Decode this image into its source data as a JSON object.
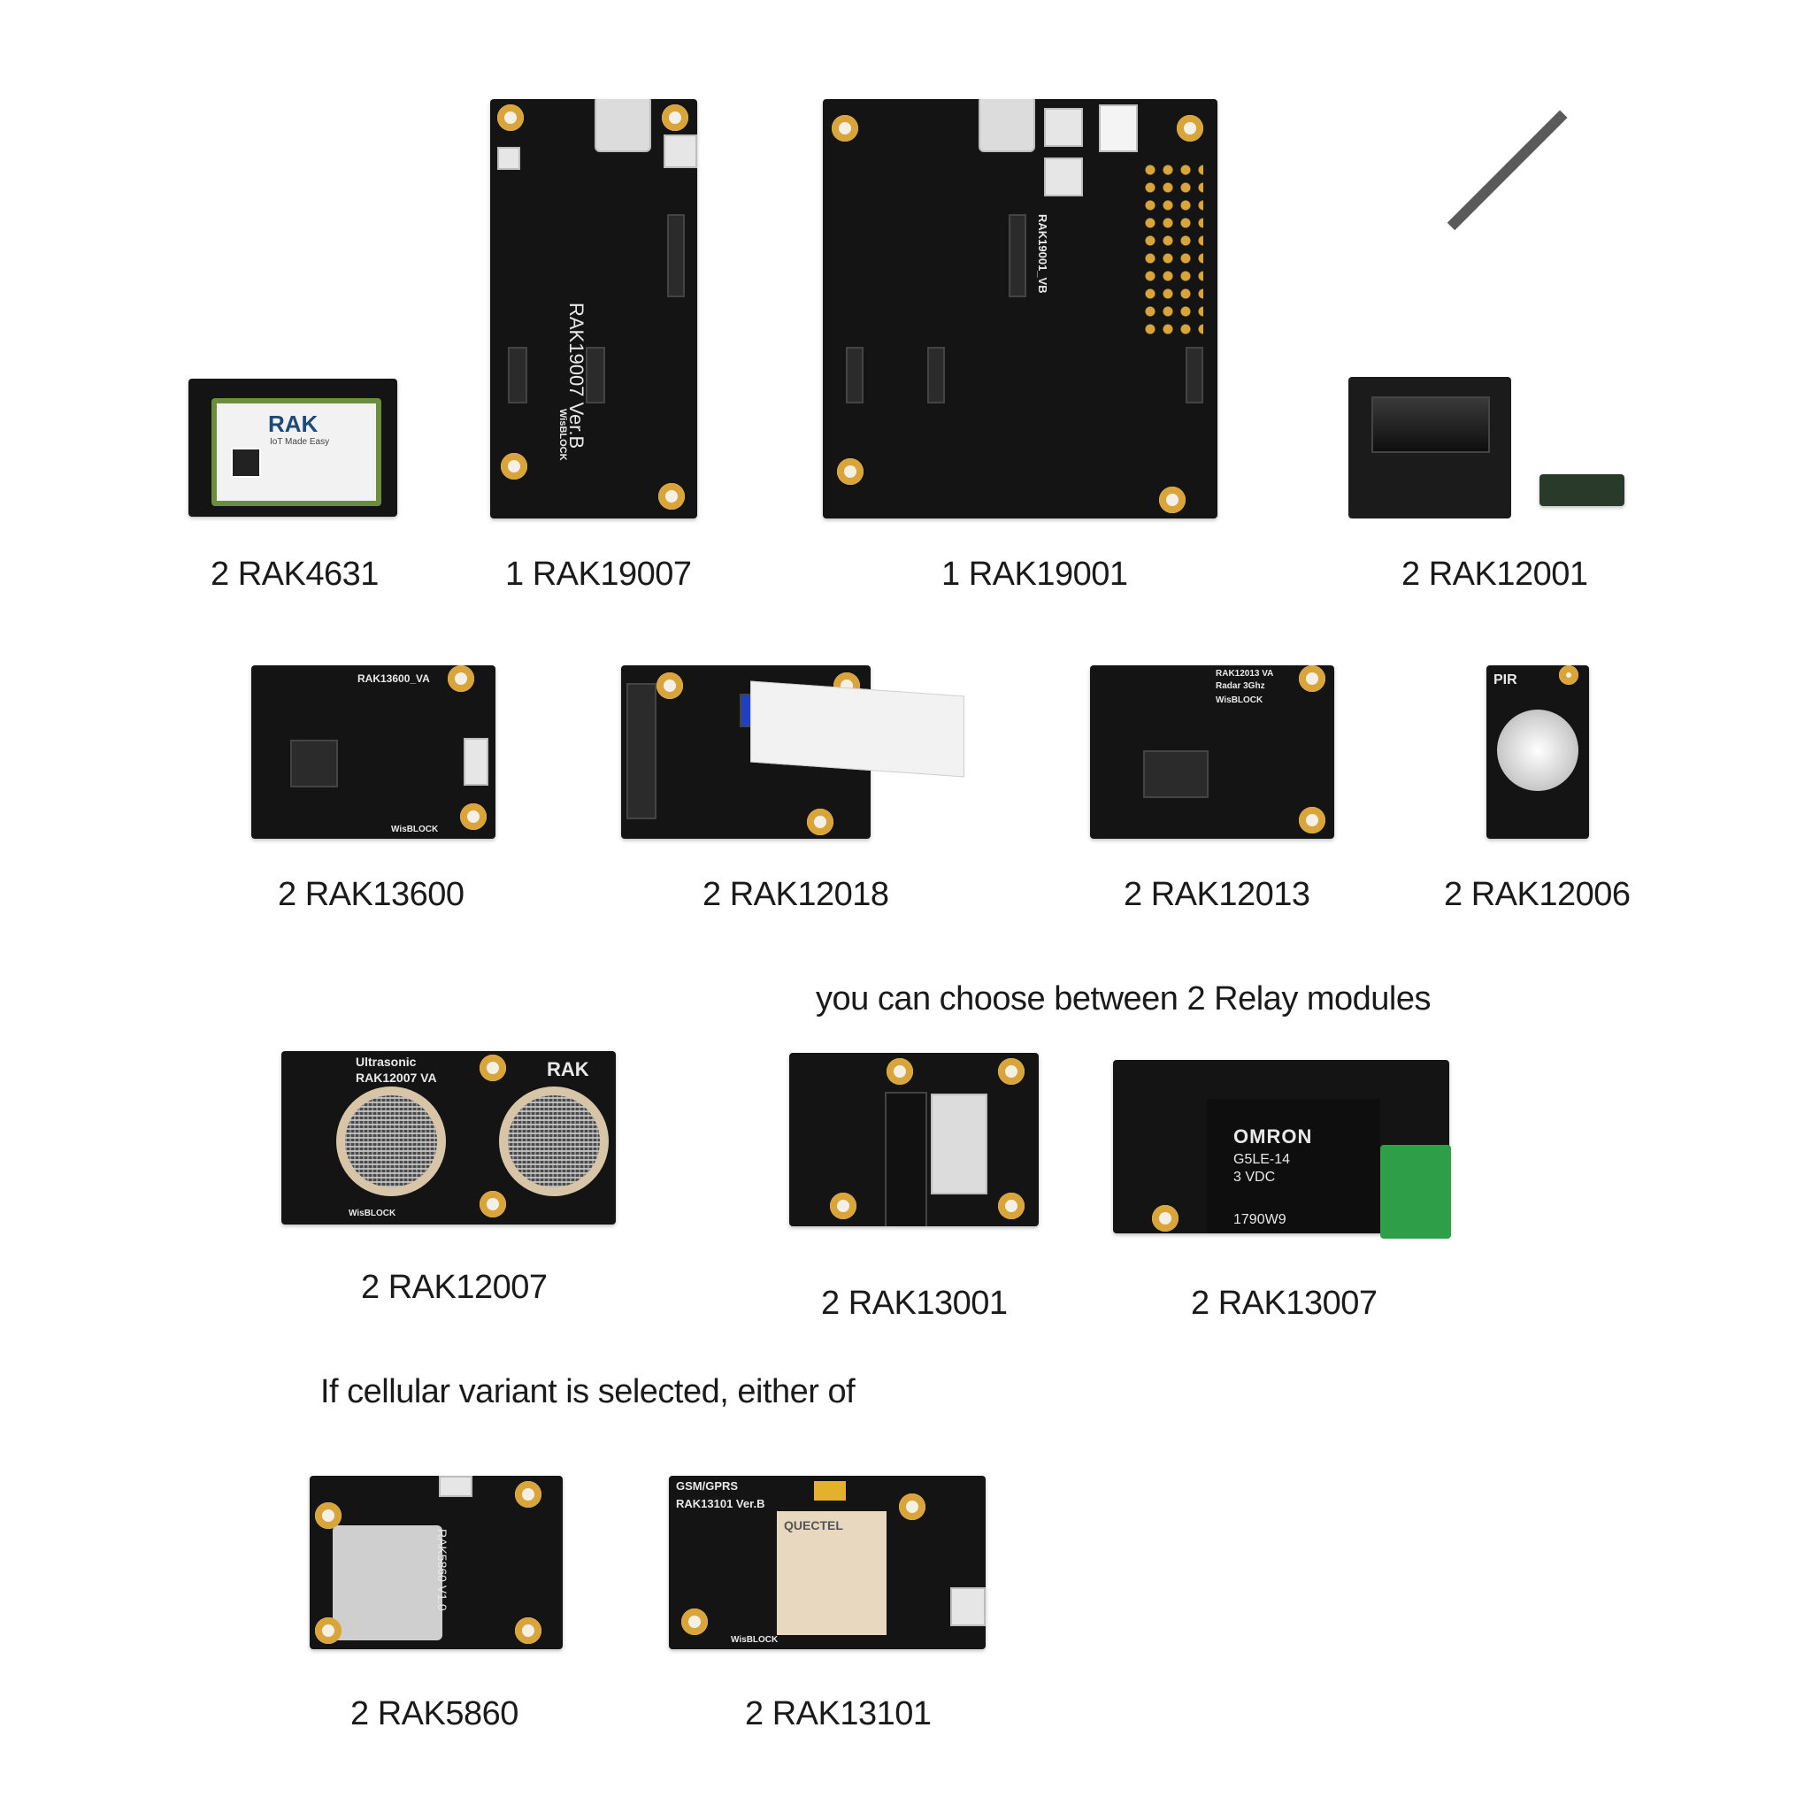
{
  "row1": {
    "rak4631": "2 RAK4631",
    "rak19007": "1 RAK19007",
    "rak19001": "1 RAK19001",
    "rak12001": "2 RAK12001"
  },
  "row2": {
    "rak13600": "2 RAK13600",
    "rak12018": "2 RAK12018",
    "rak12013": "2 RAK12013",
    "rak12006": "2 RAK12006"
  },
  "relay_note": "you can choose between 2 Relay modules",
  "row3": {
    "rak12007": "2 RAK12007",
    "rak13001": "2 RAK13001",
    "rak13007": "2 RAK13007"
  },
  "cellular_note": "If cellular variant is selected, either of",
  "row4": {
    "rak5860": "2 RAK5860",
    "rak13101": "2 RAK13101"
  },
  "board_silk": {
    "rak4631_logo": "RAK",
    "rak4631_tag": "IoT Made Easy",
    "rak19007_name": "RAK19007 Ver.B",
    "rak19001_name": "RAK19001_VB",
    "rak13600_name": "RAK13600_VA",
    "rak12013_name": "RAK12013 VA",
    "rak12013_sub": "Radar 3Ghz",
    "rak12006_pir": "PIR",
    "rak12007_name": "Ultrasonic",
    "rak12007_model": "RAK12007 VA",
    "rak12007_logo": "RAK",
    "rak13007_brand": "OMRON",
    "rak13007_model": "G5LE-14",
    "rak13007_volt": "3 VDC",
    "rak13007_code": "1790W9",
    "rak5860_name": "RAK5860 V1.0",
    "rak13101_label": "GSM/GPRS",
    "rak13101_name": "RAK13101 Ver.B",
    "rak13101_chip": "QUECTEL",
    "wisblock": "WisBLOCK"
  },
  "colors": {
    "pcb": "#141414",
    "gold": "#d9a53a",
    "terminal_green": "#2e9e48"
  }
}
